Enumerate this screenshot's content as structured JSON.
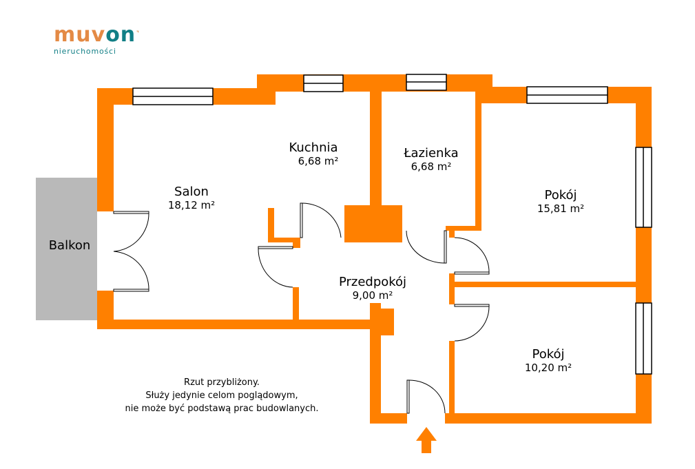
{
  "logo": {
    "brand_part1": "muv",
    "brand_part2": "on",
    "tagline": "nieruchomości"
  },
  "colors": {
    "wall": "#ff8000",
    "balcony": "#b9b9b9",
    "logo_orange": "#e48a45",
    "logo_teal": "#127f86"
  },
  "rooms": [
    {
      "name": "Salon",
      "area": "18,12 m²"
    },
    {
      "name": "Kuchnia",
      "area": "6,68 m²"
    },
    {
      "name": "Łazienka",
      "area": "6,68 m²"
    },
    {
      "name": "Pokój",
      "area": "15,81 m²"
    },
    {
      "name": "Przedpokój",
      "area": "9,00 m²"
    },
    {
      "name": "Pokój",
      "area": "10,20 m²"
    }
  ],
  "balcony": {
    "name": "Balkon"
  },
  "disclaimer": [
    "Rzut przybliżony.",
    "Służy jedynie celom poglądowym,",
    "nie może być podstawą prac budowlanych."
  ],
  "entrance_icon": "arrow-up-icon"
}
